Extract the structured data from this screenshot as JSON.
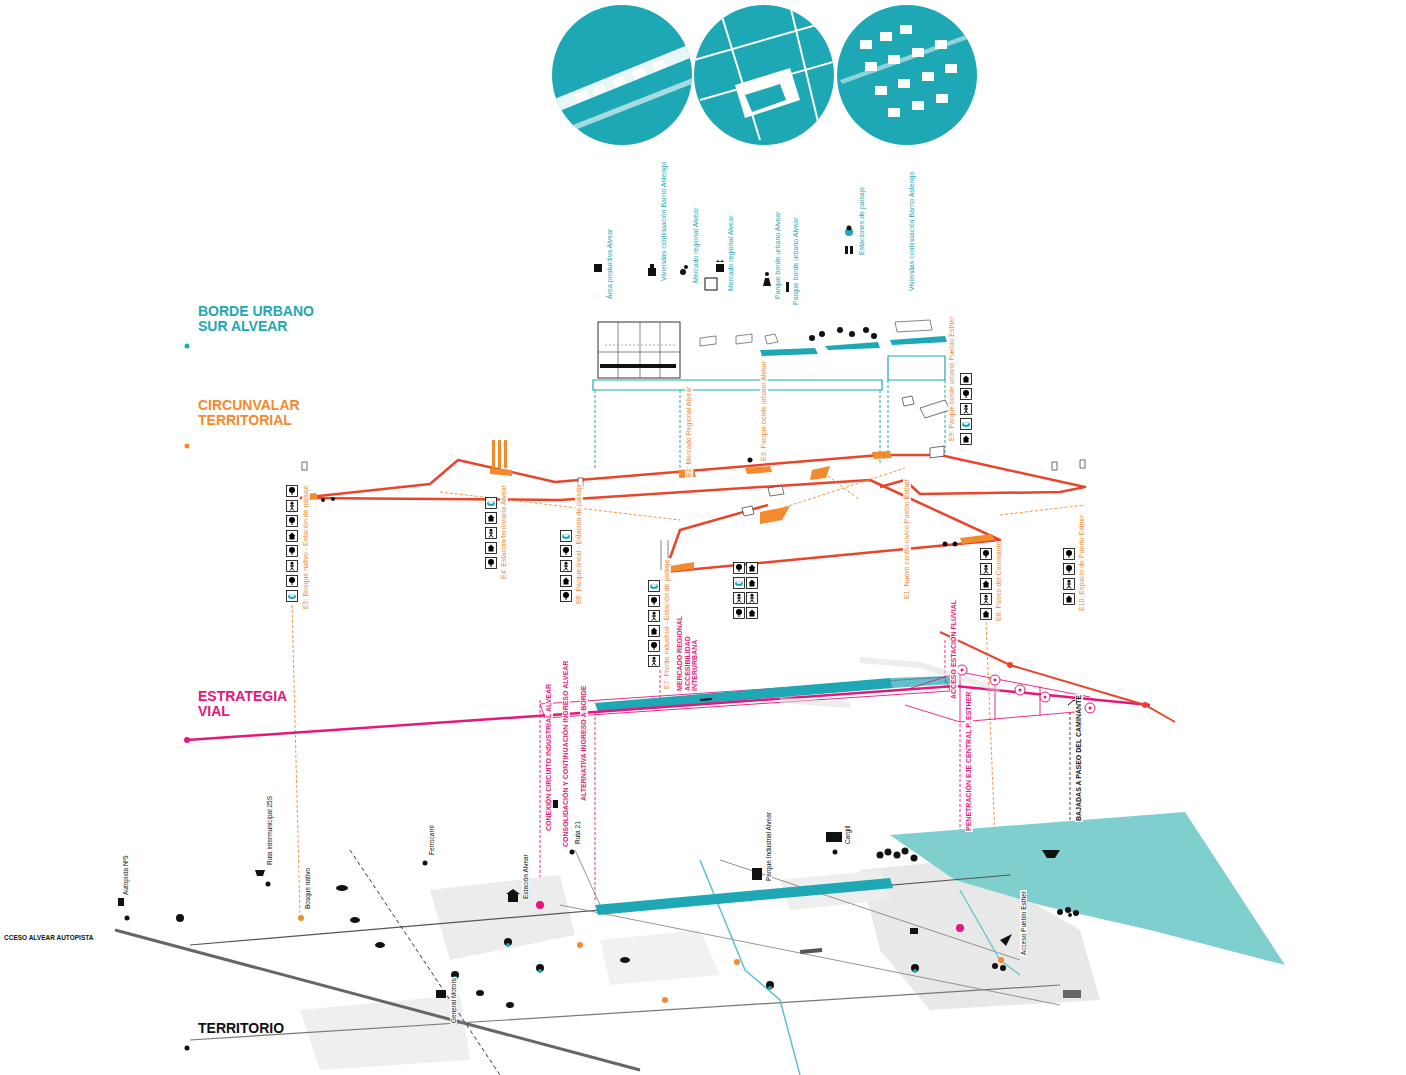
{
  "diagram": {
    "labels": [
      "BORDE URBANO SUR ALVEAR",
      "CIRCUNVALAR TERRITORIAL",
      "ESTRATEGIA VIAL",
      "TERRITORIO",
      "Área productiva Alvear",
      "Viviendas continuación Barrio Astengo",
      "Mercado regional Alvear",
      "Mercado regional Alvear",
      "Parque borde urbano Alvear",
      "Parque borde urbano Alvear",
      "Estaciones de paisaje",
      "Viviendas continuación Barrio Astengo",
      "E5: Bosque nativo - Estación de paisaje",
      "E4: Estación ferroviaria Alvear",
      "E6: Parque lineal - Estación de paisaje",
      "E7: Frente industrial - Estación de paisaje",
      "E2: Mercado Regional Alvear",
      "E3: Parque borde urbano Alvear",
      "E9: Parque borde urbano Pueblo Esther",
      "E1: Nuevo centro cívico Pueblo Esther",
      "E8: Paseo del Caminante",
      "E10: Espacio de Puerto Esther",
      "MERCADO REGIONAL ACCESIBILIDAD INTERURBANA",
      "ACCESO ESTACIÓN FLUVIAL",
      "CONEXIÓN CIRCUITO INDUSTRIAL ALVEAR",
      "CONSOLIDACIÓN Y CONTINUACIÓN INGRESO ALVEAR",
      "ALTERNATIVA INGRESO A BORDE",
      "PENETRACIÓN EJE CENTRAL P. ESTHER",
      "BAJADAS A PASEO DEL CAMINANTE",
      "Autopista Nº9",
      "CCESO ALVEAR AUTOPISTA",
      "Ruta intermunicipal 25S",
      "Bosque nativo",
      "Ferrocarril",
      "Ruta 21",
      "Estación Alvear",
      "Cargill",
      "Parque Industrial Alvear",
      "General Motors",
      "Acceso Pueblo Esther"
    ]
  }
}
